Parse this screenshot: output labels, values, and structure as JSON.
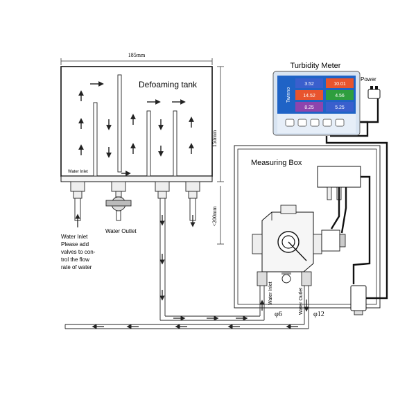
{
  "titles": {
    "defoaming_tank": "Defoaming tank",
    "turbidity_meter": "Turbidity Meter",
    "measuring_box": "Measuring Box",
    "power": "Power"
  },
  "dimensions": {
    "width": "185mm",
    "height": "150mm",
    "depth": "<200mm"
  },
  "labels": {
    "water_inlet_tank": "Water Inlet",
    "water_outlet_tank": "Water Outlet",
    "water_inlet_note": [
      "Water Inlet",
      "Please add",
      "valves to con-",
      "trol the flow",
      "rate of water"
    ],
    "box_water_inlet": "Water Inlet",
    "box_water_outlet": "Water Outlet",
    "phi6": "φ6",
    "phi12": "φ12"
  },
  "meter_screen": {
    "brand": "Twinno",
    "tiles": [
      {
        "value": "3.52",
        "color": "#3a5fcd"
      },
      {
        "value": "10.01",
        "color": "#e8542e"
      },
      {
        "value": "14.52",
        "color": "#e8542e"
      },
      {
        "value": "4.56",
        "color": "#2e9e3e"
      },
      {
        "value": "8.25",
        "color": "#8e44ad"
      },
      {
        "value": "5.25",
        "color": "#3a5fcd"
      }
    ]
  },
  "colors": {
    "line": "#222222",
    "meter_blue": "#1f63c6",
    "meter_bezel": "#d8e4f2"
  }
}
